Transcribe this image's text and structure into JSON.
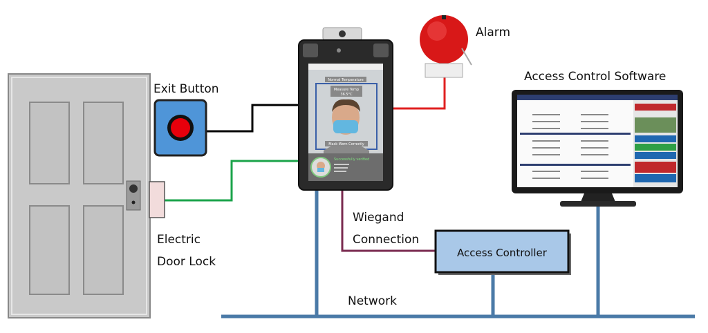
{
  "labels": {
    "exit_button": "Exit Button",
    "alarm": "Alarm",
    "software": "Access Control Software",
    "lock_line1": "Electric",
    "lock_line2": "Door Lock",
    "wiegand_line1": "Wiegand",
    "wiegand_line2": "Connection",
    "controller": "Access Controller",
    "network": "Network"
  },
  "device_screen": {
    "status_top": "Normal Temperature",
    "temp_line1": "Measure Temp",
    "temp_line2": "36.5°C",
    "mask_status": "Mask Worn Correctly",
    "verified": "Successfully verified"
  },
  "colors": {
    "network": "#4a7aa7",
    "wiegand": "#7a2a4f",
    "exit_wire": "#000000",
    "lock_wire": "#1aa34a",
    "alarm_wire": "#e02020",
    "controller_fill": "#a9c8e8",
    "exit_button_fill": "#4f95d8",
    "exit_button_red": "#e8000b"
  }
}
